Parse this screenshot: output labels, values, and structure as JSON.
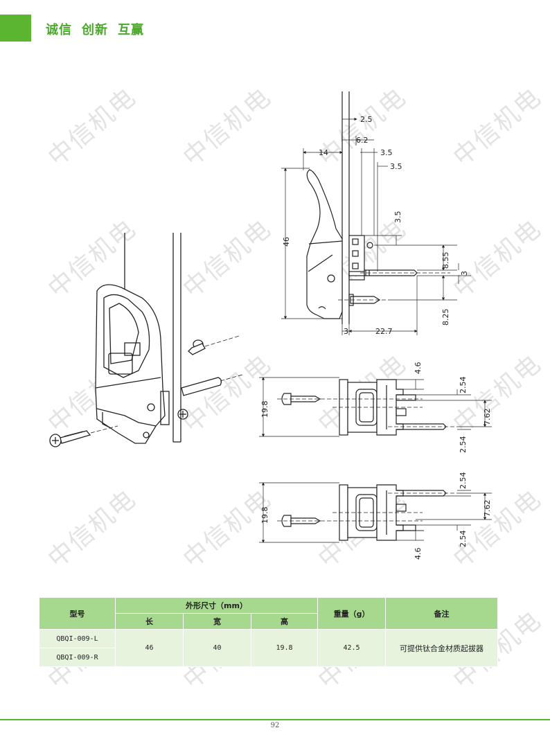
{
  "header": {
    "slogan": [
      "诚信",
      "创新",
      "互赢"
    ]
  },
  "watermark": {
    "text": "中信机电"
  },
  "dimensions": {
    "side_view": {
      "top_2_5": "2.5",
      "top_6_2": "6.2",
      "top_3_5_a": "3.5",
      "top_3_5_b": "3.5",
      "width_14": "14",
      "height_46": "46",
      "vert_3_5": "3.5",
      "vert_8_55": "8.55",
      "vert_3": "3",
      "vert_8_25": "8.25",
      "bottom_3": "3",
      "bottom_22_7": "22.7"
    },
    "top_view_left": {
      "height": "19.8",
      "d_4_6": "4.6",
      "d_2_54_top": "2.54",
      "d_7_62": "7.62",
      "d_2_54_bottom": "2.54"
    },
    "top_view_right": {
      "height": "19.8",
      "d_2_54_top": "2.54",
      "d_7_62": "7.62",
      "d_2_54_bottom": "2.54",
      "d_4_6": "4.6"
    }
  },
  "table": {
    "headers": {
      "model": "型号",
      "outline": "外形尺寸（mm）",
      "length": "长",
      "width": "宽",
      "height": "高",
      "weight": "重量（g）",
      "note": "备注"
    },
    "models": [
      "QBQI-009-L",
      "QBQI-009-R"
    ],
    "length": "46",
    "width": "40",
    "height": "19.8",
    "weight": "42.5",
    "note": "可提供钛合金材质起拔器"
  },
  "footer": {
    "page_number": "92"
  }
}
